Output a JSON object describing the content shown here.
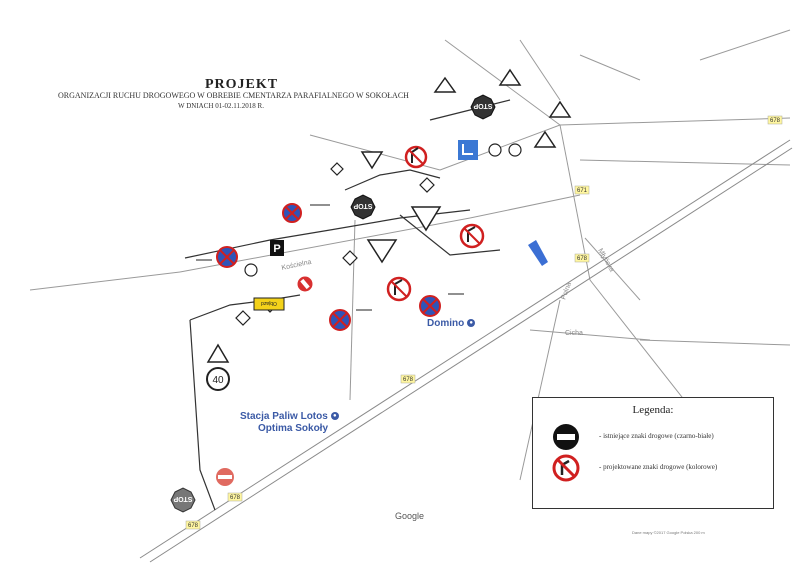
{
  "map": {
    "title": "PROJEKT",
    "subtitle": "ORGANIZACJI RUCHU DROGOWEGO W OBREBIE CMENTARZA PARAFIALNEGO  W SOKOŁACH",
    "dates": "W DNIACH  01-02.11.2018 R.",
    "road_number": "678",
    "road_number_secondary": "671",
    "places": {
      "domino": "Domino",
      "lotos_line1": "Stacja Paliw Lotos",
      "lotos_line2": "Optima Sokoły"
    },
    "street_labels": {
      "koscielna": "Kościelna",
      "mlynska": "Młyńska",
      "polna": "Polna",
      "cicha": "Cicha"
    },
    "signs": {
      "stop": "STOP",
      "speed_limit": "40",
      "parking": "P",
      "detour_label": "Objazd"
    },
    "legend": {
      "title": "Legenda:",
      "existing": "- istniejące znaki drogowe (czarno-białe)",
      "proposed": "- projektowane znaki drogowe (kolorowe)"
    },
    "provider": "Google",
    "copyright": "Dane mapy ©2017 Google    Polska    200 m"
  }
}
